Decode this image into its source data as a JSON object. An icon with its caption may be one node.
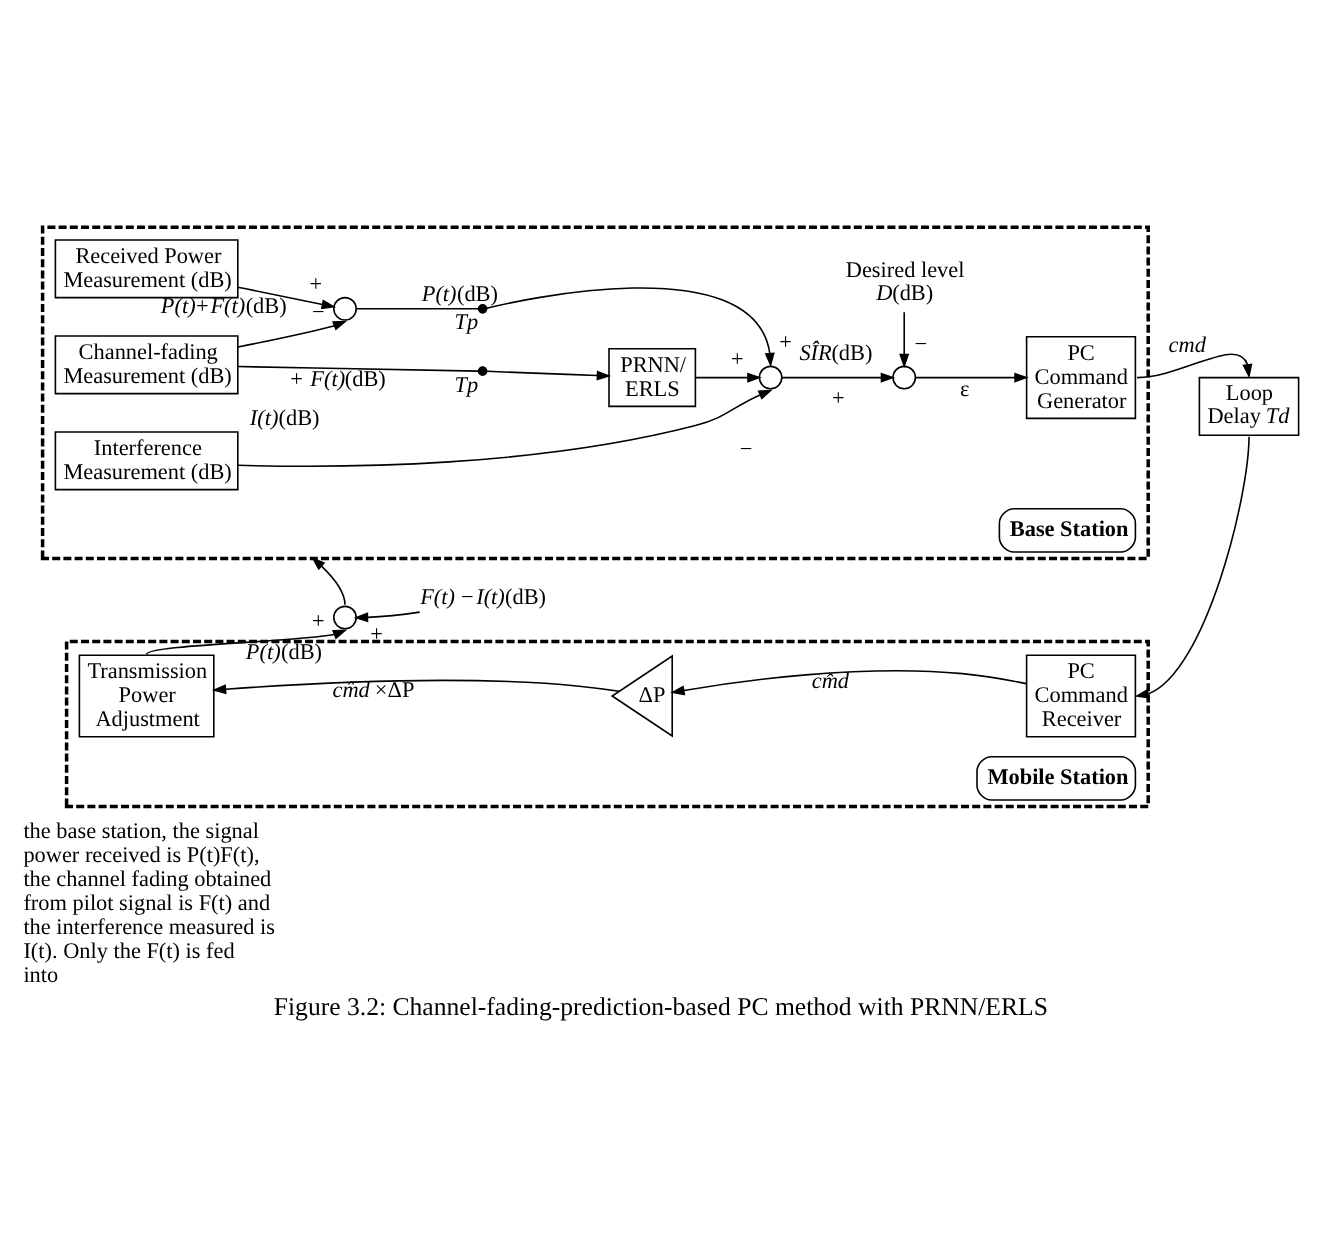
{
  "diagram": {
    "caption": "Figure 3.2: Channel-fading-prediction-based PC method with PRNN/ERLS",
    "nodes": [
      {
        "text": [
          "Base Station"
        ]
      },
      {
        "text": [
          "Received Power Measurement (dB)"
        ],
        "in": 0
      },
      {
        "text": [],
        "shape": "circle",
        "in": 0,
        "beside": [
          "+"
        ]
      },
      {
        "text": [],
        "shape": "switch",
        "in": 0,
        "beside": [
          "*Tp*"
        ]
      },
      {
        "text": [
          "Desired level *D*(dB)"
        ],
        "in": 0
      },
      {
        "text": [
          "Channel-fading Measurement (dB)"
        ],
        "in": 0
      },
      {
        "text": [],
        "shape": "switch",
        "in": 0,
        "beside": [
          "*Tp*"
        ]
      },
      {
        "text": [
          "PRNN/ ERLS"
        ],
        "in": 0
      },
      {
        "text": [],
        "shape": "circle",
        "in": 0,
        "beside": [
          "−"
        ]
      },
      {
        "text": [],
        "shape": "circle",
        "in": 0,
        "beside": [
          "+"
        ]
      },
      {
        "text": [
          "PC Command Generator"
        ],
        "in": 0
      },
      {
        "text": [
          "Interference Measurement (dB)"
        ],
        "in": 0
      },
      {
        "text": [
          "Loop Delay *Td*"
        ]
      },
      {
        "text": [],
        "shape": "circle",
        "beside": [
          "+"
        ]
      },
      {
        "text": [
          "*F(t)* −*I(t)*(dB)"
        ]
      },
      {
        "text": [
          "Mobile Station"
        ]
      },
      {
        "text": [
          "Transmission Power Adjustment"
        ],
        "in": 15
      },
      {
        "text": [
          "ΔP"
        ],
        "in": 15
      },
      {
        "text": [
          "PC Command Receiver"
        ],
        "in": 15
      }
    ],
    "edges": [
      {
        "from": 1,
        "to": 2,
        "arrow": "to",
        "label": "*P(t)*+*F(t)*(dB)"
      },
      {
        "from": 5,
        "to": 2,
        "arrow": "to",
        "label": "−"
      },
      {
        "from": 2,
        "to": 3,
        "arrow": "none",
        "label": "*P(t)*(dB)"
      },
      {
        "from": 3,
        "to": 8,
        "arrow": "to",
        "label": "+"
      },
      {
        "from": 5,
        "to": 6,
        "arrow": "none",
        "label": "+ *F(t)*(dB)"
      },
      {
        "from": 6,
        "to": 7,
        "arrow": "to"
      },
      {
        "from": 7,
        "to": 8,
        "arrow": "to",
        "label": "+"
      },
      {
        "from": 11,
        "to": 8,
        "arrow": "to",
        "label": "*I(t)*(dB)"
      },
      {
        "from": 8,
        "to": 9,
        "arrow": "to",
        "label": "*SÎR*(dB)"
      },
      {
        "from": 4,
        "to": 9,
        "arrow": "to",
        "label": "−"
      },
      {
        "from": 9,
        "to": 10,
        "arrow": "to",
        "label": "ε"
      },
      {
        "from": 10,
        "to": 12,
        "arrow": "to",
        "label": "*cmd*"
      },
      {
        "from": 12,
        "to": 18,
        "arrow": "to"
      },
      {
        "from": 18,
        "to": 17,
        "arrow": "to",
        "label": "*cm̂d*"
      },
      {
        "from": 17,
        "to": 16,
        "arrow": "to",
        "label": "*cm̂d* ×ΔP"
      },
      {
        "from": 16,
        "to": 13,
        "arrow": "to",
        "label": "*P(t)*(dB)"
      },
      {
        "from": 14,
        "to": 13,
        "arrow": "to",
        "label": "+"
      },
      {
        "from": 13,
        "to": 0,
        "arrow": "to"
      }
    ],
    "labels": [
      "the base station, the signal power received is P(t)F(t), the channel fading obtained from pilot signal is F(t) and the interference measured is I(t). Only the F(t) is fed into"
    ]
  }
}
